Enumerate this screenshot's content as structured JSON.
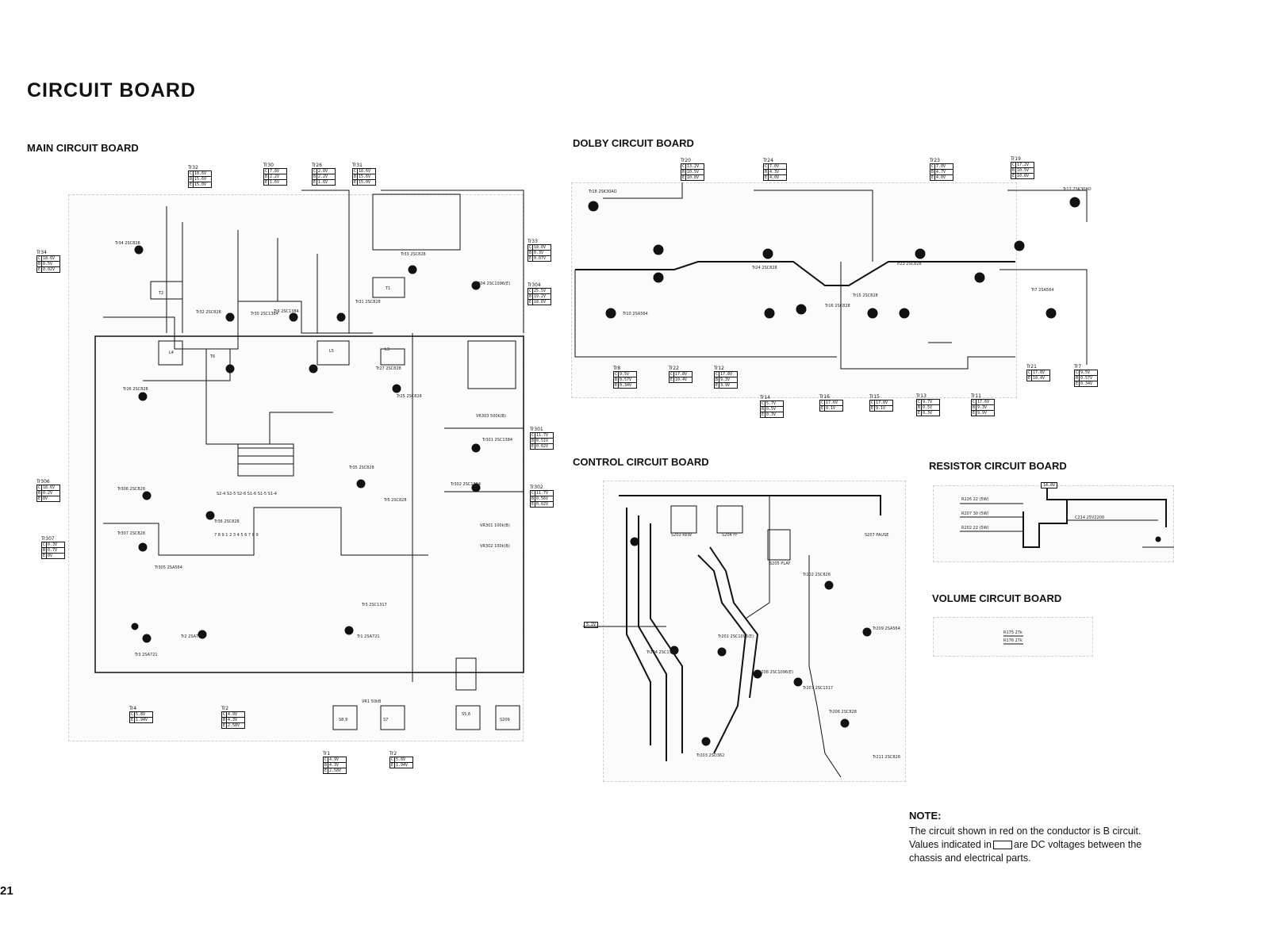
{
  "page_title": "CIRCUIT BOARD",
  "sections": {
    "main": "MAIN CIRCUIT BOARD",
    "dolby": "DOLBY CIRCUIT BOARD",
    "control": "CONTROL CIRCUIT BOARD",
    "resistor": "RESISTOR CIRCUIT BOARD",
    "volume": "VOLUME CIRCUIT BOARD"
  },
  "transistors_main": [
    {
      "name": "Tr32",
      "rows": [
        [
          "C",
          "18.6V"
        ],
        [
          "B",
          "15.6V"
        ],
        [
          "E",
          "15.0V"
        ]
      ]
    },
    {
      "name": "Tr30",
      "rows": [
        [
          "C",
          "7.8V"
        ],
        [
          "B",
          "2.2V"
        ],
        [
          "E",
          "1.6V"
        ]
      ]
    },
    {
      "name": "Tr26",
      "rows": [
        [
          "C",
          "2.8V"
        ],
        [
          "B",
          "2.2V"
        ],
        [
          "E",
          "1.6V"
        ]
      ]
    },
    {
      "name": "Tr31",
      "rows": [
        [
          "C",
          "18.6V"
        ],
        [
          "B",
          "15.6V"
        ],
        [
          "E",
          "15.0V"
        ]
      ]
    },
    {
      "name": "Tr34",
      "rows": [
        [
          "C",
          "18.6V"
        ],
        [
          "B",
          "0.5V"
        ],
        [
          "E",
          "0.02V"
        ]
      ]
    },
    {
      "name": "Tr33",
      "rows": [
        [
          "C",
          "18.0V"
        ],
        [
          "B",
          "0.3V"
        ],
        [
          "E",
          "0.07V"
        ]
      ]
    },
    {
      "name": "Tr304",
      "rows": [
        [
          "C",
          "25.5V"
        ],
        [
          "B",
          "19.2V"
        ],
        [
          "E",
          "18.6V"
        ]
      ]
    },
    {
      "name": "Tr301",
      "rows": [
        [
          "C",
          "11.7V"
        ],
        [
          "B",
          "0.51V"
        ],
        [
          "E",
          "0.02V"
        ]
      ]
    },
    {
      "name": "Tr302",
      "rows": [
        [
          "C",
          "11.7V"
        ],
        [
          "B",
          "0.56V"
        ],
        [
          "E",
          "0.02V"
        ]
      ]
    },
    {
      "name": "Tr306",
      "rows": [
        [
          "C",
          "18.6V"
        ],
        [
          "B",
          "0.2V"
        ],
        [
          "E",
          "0V"
        ]
      ]
    },
    {
      "name": "Tr307",
      "rows": [
        [
          "C",
          "0.3V"
        ],
        [
          "B",
          "0.7V"
        ],
        [
          "E",
          "0V"
        ]
      ]
    },
    {
      "name": "Tr4",
      "rows": [
        [
          "C",
          "5.8V"
        ],
        [
          "E",
          "1.94V"
        ]
      ]
    },
    {
      "name": "Tr2",
      "rows": [
        [
          "C",
          "4.9V"
        ],
        [
          "B",
          "4.3V"
        ],
        [
          "E",
          "2.58V"
        ]
      ]
    },
    {
      "name": "Tr1",
      "rows": [
        [
          "C",
          "4.9V"
        ],
        [
          "B",
          "4.3V"
        ],
        [
          "E",
          "2.58V"
        ]
      ]
    },
    {
      "name": "Tr2",
      "rows": [
        [
          "C",
          "5.8V"
        ],
        [
          "E",
          "1.94V"
        ]
      ]
    }
  ],
  "transistors_dolby": [
    {
      "name": "Tr20",
      "rows": [
        [
          "C",
          "13.2V"
        ],
        [
          "B",
          "10.5V"
        ],
        [
          "E",
          "10.8V"
        ]
      ]
    },
    {
      "name": "Tr24",
      "rows": [
        [
          "C",
          "7.0V"
        ],
        [
          "B",
          "4.3V"
        ],
        [
          "E",
          "4.0V"
        ]
      ]
    },
    {
      "name": "Tr23",
      "rows": [
        [
          "C",
          "7.0V"
        ],
        [
          "B",
          "4.7V"
        ],
        [
          "E",
          "4.0V"
        ]
      ]
    },
    {
      "name": "Tr19",
      "rows": [
        [
          "C",
          "17.2V"
        ],
        [
          "B",
          "10.5V"
        ],
        [
          "E",
          "10.8V"
        ]
      ]
    },
    {
      "name": "Tr8",
      "rows": [
        [
          "C",
          "9.5V"
        ],
        [
          "B",
          "0.57V"
        ],
        [
          "E",
          "0.34V"
        ]
      ]
    },
    {
      "name": "Tr22",
      "rows": [
        [
          "C",
          "17.8V"
        ],
        [
          "E",
          "10.4V"
        ]
      ]
    },
    {
      "name": "Tr12",
      "rows": [
        [
          "C",
          "17.8V"
        ],
        [
          "B",
          "9.3V"
        ],
        [
          "E",
          "3.9V"
        ]
      ]
    },
    {
      "name": "Tr14",
      "rows": [
        [
          "C",
          "5.7V"
        ],
        [
          "B",
          "0.5V"
        ],
        [
          "E",
          "0.3V"
        ]
      ]
    },
    {
      "name": "Tr16",
      "rows": [
        [
          "C",
          "17.6V"
        ],
        [
          "E",
          "9.1V"
        ]
      ]
    },
    {
      "name": "Tr15",
      "rows": [
        [
          "C",
          "17.8V"
        ],
        [
          "E",
          "9.1V"
        ]
      ]
    },
    {
      "name": "Tr13",
      "rows": [
        [
          "C",
          "9.7V"
        ],
        [
          "B",
          "0.5V"
        ],
        [
          "E",
          "0.3V"
        ]
      ]
    },
    {
      "name": "Tr11",
      "rows": [
        [
          "C",
          "17.6V"
        ],
        [
          "B",
          "9.3V"
        ],
        [
          "E",
          "9.9V"
        ]
      ]
    },
    {
      "name": "Tr21",
      "rows": [
        [
          "C",
          "17.8V"
        ],
        [
          "E",
          "10.4V"
        ]
      ]
    },
    {
      "name": "Tr7",
      "rows": [
        [
          "C",
          "9.5V"
        ],
        [
          "B",
          "0.57V"
        ],
        [
          "E",
          "0.34V"
        ]
      ]
    }
  ],
  "control_voltage": "5.2V",
  "resistor_voltage": "14.0V",
  "note": {
    "title": "NOTE:",
    "line1": "The circuit shown in red on the conductor is B circuit.",
    "line2a": "Values indicated in",
    "line2b": "are DC voltages between the",
    "line3": "chassis and electrical parts."
  },
  "page_number": "21"
}
